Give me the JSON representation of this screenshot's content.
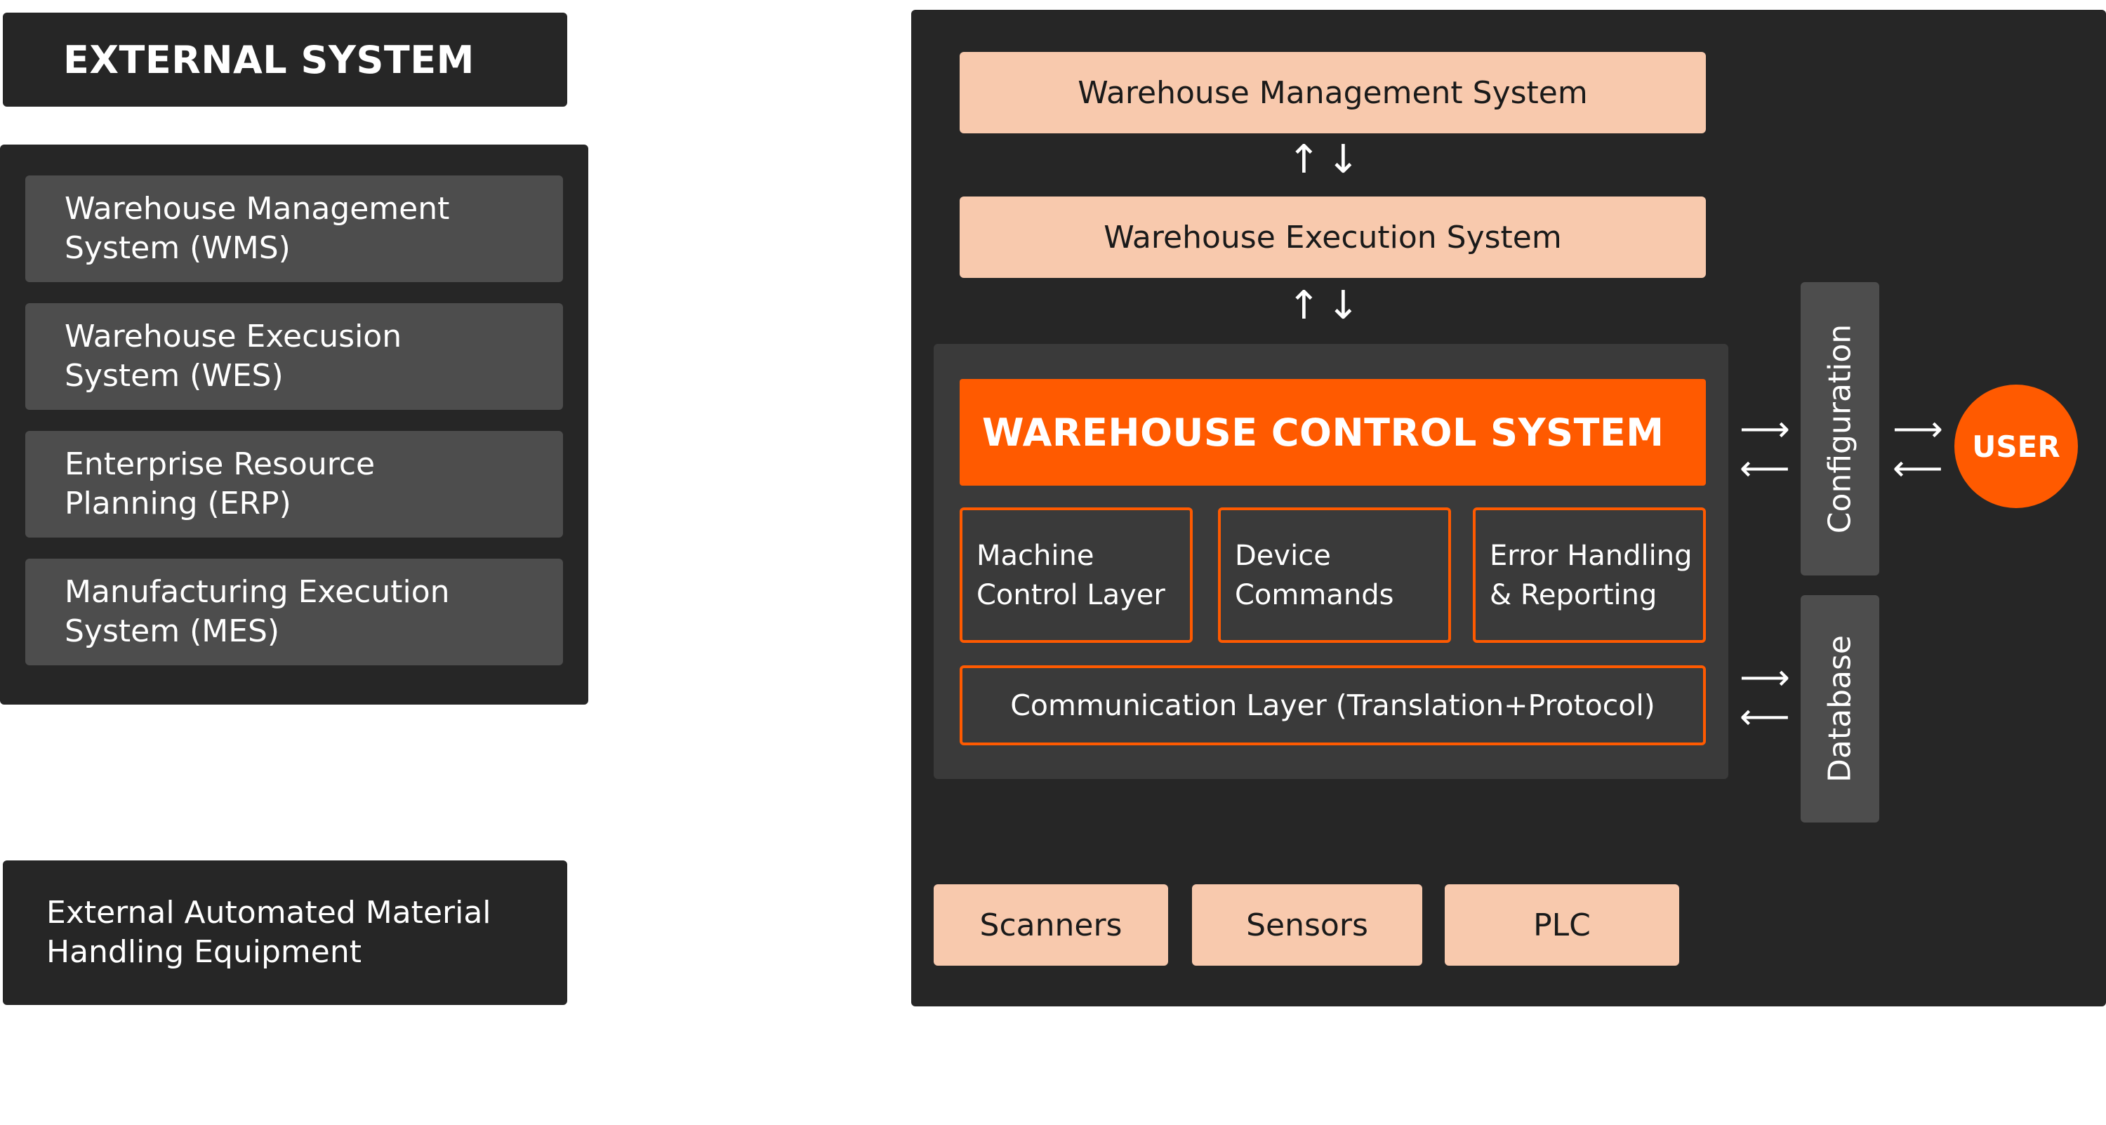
{
  "external_system": {
    "title": "EXTERNAL SYSTEM",
    "items": [
      {
        "line1": "Warehouse Management",
        "line2": "System (WMS)"
      },
      {
        "line1": "Warehouse Execusion",
        "line2": "System (WES)"
      },
      {
        "line1": "Enterprise Resource",
        "line2": "Planning (ERP)"
      },
      {
        "line1": "Manufacturing Execution",
        "line2": "System (MES)"
      }
    ],
    "amhe": {
      "line1": "External Automated Material",
      "line2": "Handling Equipment"
    }
  },
  "diagram": {
    "wms": "Warehouse Management System",
    "wes": "Warehouse Execution System",
    "wcs": {
      "title": "WAREHOUSE CONTROL SYSTEM",
      "modules": [
        {
          "line1": "Machine",
          "line2": "Control Layer"
        },
        {
          "line1": "Device",
          "line2": "Commands"
        },
        {
          "line1": "Error Handling",
          "line2": "& Reporting"
        }
      ],
      "communication": "Communication Layer (Translation+Protocol)"
    },
    "configuration": "Configuration",
    "database": "Database",
    "user": "USER",
    "devices": [
      "Scanners",
      "Sensors",
      "PLC"
    ],
    "arrows": {
      "up": "↑",
      "down": "↓",
      "right": "⟶",
      "left": "⟵"
    }
  },
  "colors": {
    "dark": "#262626",
    "panel": "#3a3a3a",
    "gray": "#4d4d4d",
    "peach": "#f8c9ad",
    "orange": "#ff5a00"
  }
}
